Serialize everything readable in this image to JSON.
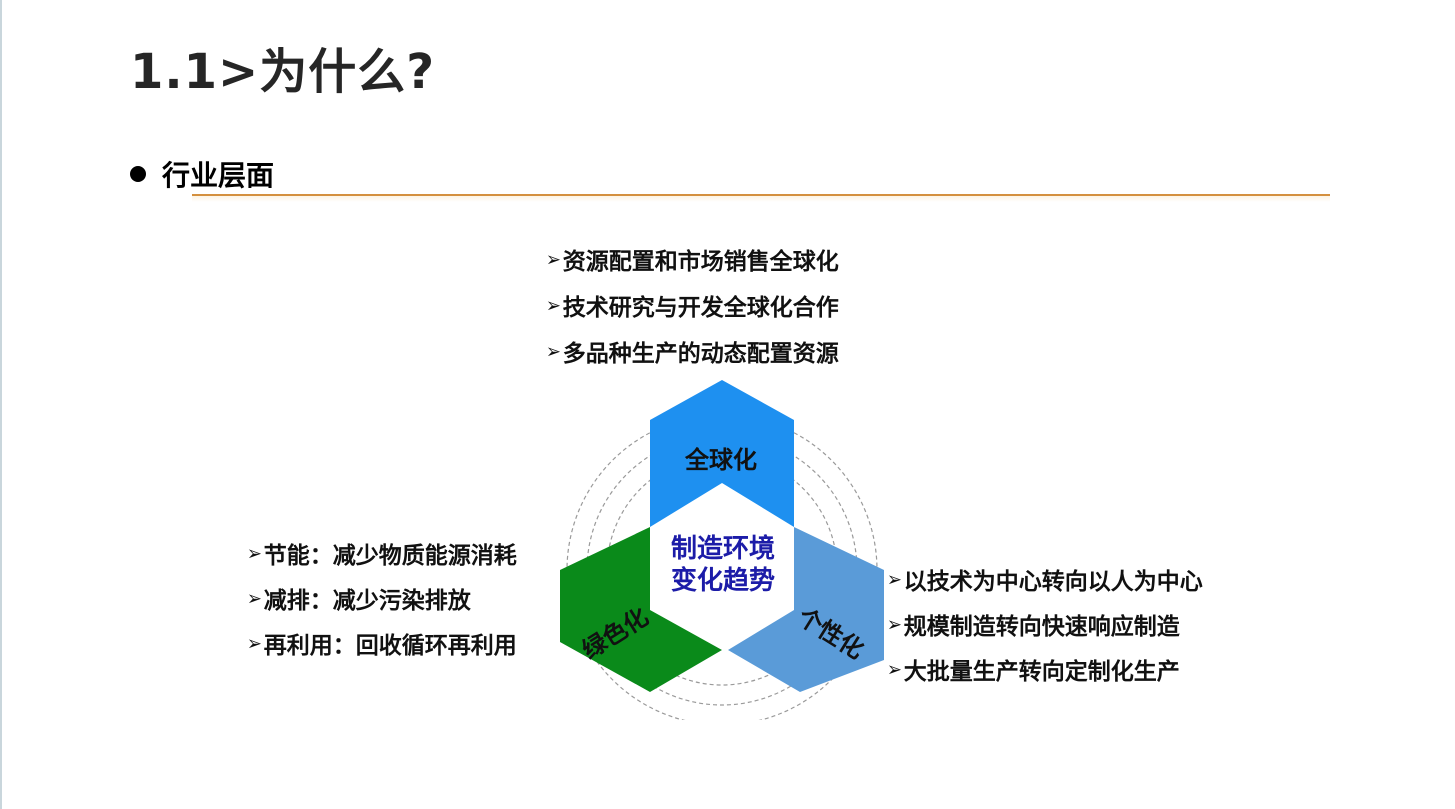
{
  "slide": {
    "title": "1.1>为什么?",
    "section": {
      "label": "行业层面"
    },
    "rule_color": "#d4903f"
  },
  "diagram": {
    "center": {
      "line1": "制造环境",
      "line2": "变化趋势",
      "color": "#1c1ca8"
    },
    "segments": [
      {
        "name": "globalization",
        "label": "全球化",
        "color": "#1e90f0"
      },
      {
        "name": "greening",
        "label": "绿色化",
        "color": "#0a8a1a"
      },
      {
        "name": "personalization",
        "label": "个性化",
        "color": "#5a9bd8"
      }
    ]
  },
  "lists": {
    "arrow_glyph": "➢",
    "top": [
      "资源配置和市场销售全球化",
      "技术研究与开发全球化合作",
      "多品种生产的动态配置资源"
    ],
    "left": [
      "节能：减少物质能源消耗",
      "减排：减少污染排放",
      "再利用：回收循环再利用"
    ],
    "right": [
      "以技术为中心转向以人为中心",
      "规模制造转向快速响应制造",
      "大批量生产转向定制化生产"
    ]
  }
}
